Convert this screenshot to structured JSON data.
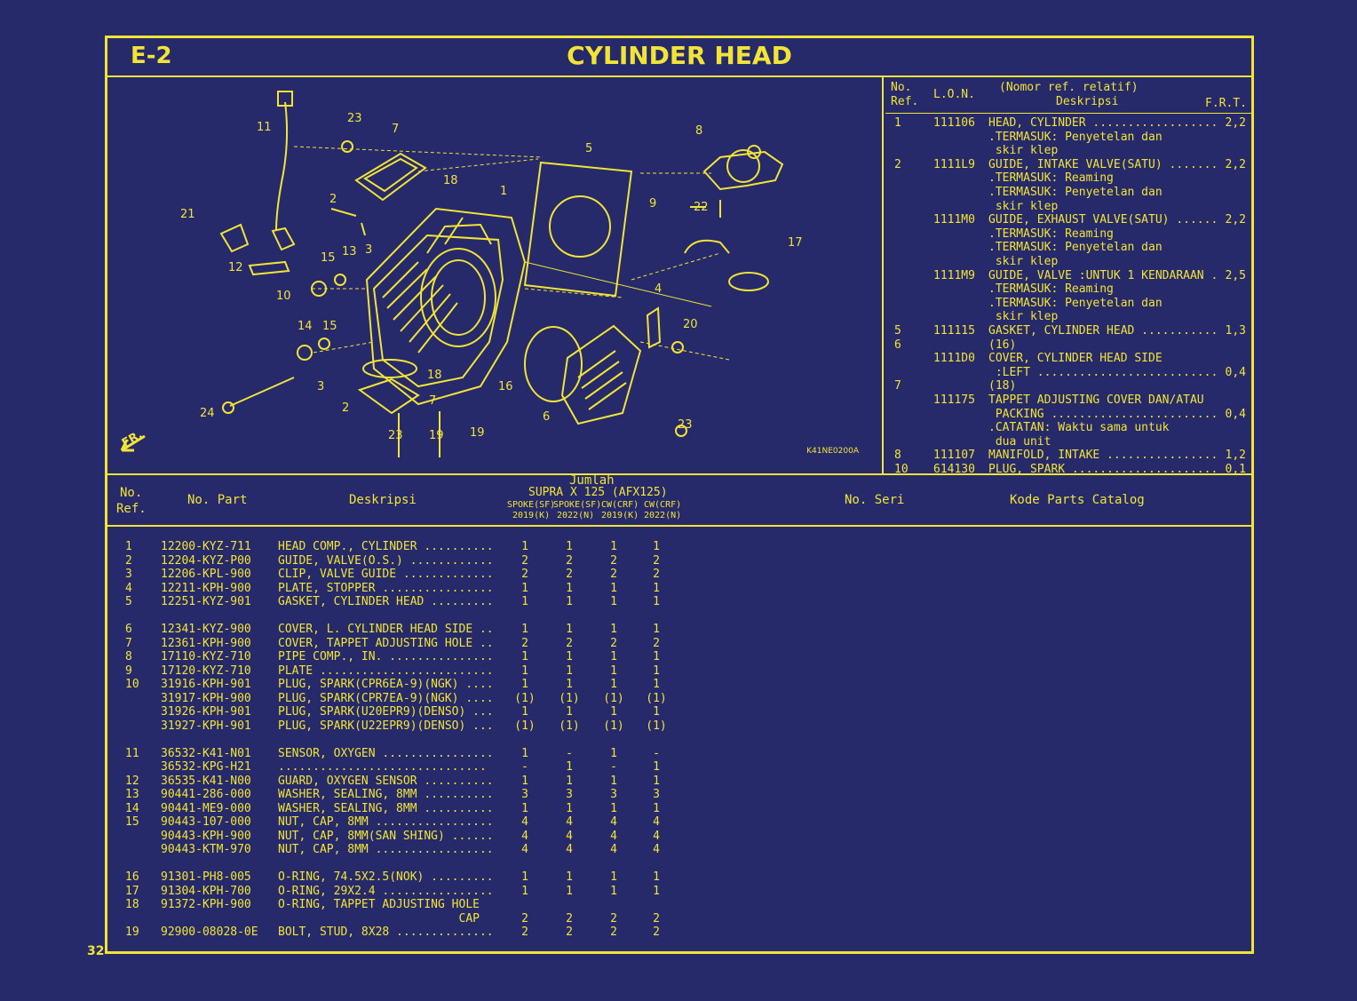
{
  "header": {
    "code": "E-2",
    "title": "CYLINDER HEAD"
  },
  "diagram": {
    "fr_label": "FR.",
    "code": "K41NE0200A",
    "callouts": [
      "11",
      "23",
      "7",
      "8",
      "5",
      "18",
      "2",
      "1",
      "21",
      "9",
      "22",
      "17",
      "13",
      "3",
      "12",
      "15",
      "10",
      "4",
      "15",
      "14",
      "20",
      "18",
      "16",
      "3",
      "7",
      "2",
      "6",
      "23",
      "24",
      "23",
      "19",
      "19"
    ]
  },
  "ref_table": {
    "headers": {
      "no_ref": [
        "No.",
        "Ref."
      ],
      "lon": "L.O.N.",
      "desc_top": "(Nomor ref. relatif)",
      "desc": "Deskripsi",
      "frt": "F.R.T."
    },
    "rows": [
      {
        "no": "1",
        "lon": "111106",
        "desc": "HEAD, CYLINDER ..................",
        "frt": "2,2"
      },
      {
        "no": "",
        "lon": "",
        "desc": ".TERMASUK: Penyetelan dan",
        "frt": ""
      },
      {
        "no": "",
        "lon": "",
        "desc": " skir klep",
        "frt": ""
      },
      {
        "no": "2",
        "lon": "1111L9",
        "desc": "GUIDE, INTAKE VALVE(SATU) .......",
        "frt": "2,2"
      },
      {
        "no": "",
        "lon": "",
        "desc": ".TERMASUK: Reaming",
        "frt": ""
      },
      {
        "no": "",
        "lon": "",
        "desc": ".TERMASUK: Penyetelan dan",
        "frt": ""
      },
      {
        "no": "",
        "lon": "",
        "desc": " skir klep",
        "frt": ""
      },
      {
        "no": "",
        "lon": "1111M0",
        "desc": "GUIDE, EXHAUST VALVE(SATU) ......",
        "frt": "2,2"
      },
      {
        "no": "",
        "lon": "",
        "desc": ".TERMASUK: Reaming",
        "frt": ""
      },
      {
        "no": "",
        "lon": "",
        "desc": ".TERMASUK: Penyetelan dan",
        "frt": ""
      },
      {
        "no": "",
        "lon": "",
        "desc": " skir klep",
        "frt": ""
      },
      {
        "no": "",
        "lon": "1111M9",
        "desc": "GUIDE, VALVE :UNTUK 1 KENDARAAN .",
        "frt": "2,5"
      },
      {
        "no": "",
        "lon": "",
        "desc": ".TERMASUK: Reaming",
        "frt": ""
      },
      {
        "no": "",
        "lon": "",
        "desc": ".TERMASUK: Penyetelan dan",
        "frt": ""
      },
      {
        "no": "",
        "lon": "",
        "desc": " skir klep",
        "frt": ""
      },
      {
        "no": "5",
        "lon": "111115",
        "desc": "GASKET, CYLINDER HEAD ...........",
        "frt": "1,3"
      },
      {
        "no": "6",
        "lon": "",
        "desc": "(16)",
        "frt": ""
      },
      {
        "no": "",
        "lon": "1111D0",
        "desc": "COVER, CYLINDER HEAD SIDE",
        "frt": ""
      },
      {
        "no": "",
        "lon": "",
        "desc": " :LEFT ..........................",
        "frt": "0,4"
      },
      {
        "no": "7",
        "lon": "",
        "desc": "(18)",
        "frt": ""
      },
      {
        "no": "",
        "lon": "111175",
        "desc": "TAPPET ADJUSTING COVER DAN/ATAU",
        "frt": ""
      },
      {
        "no": "",
        "lon": "",
        "desc": " PACKING ........................",
        "frt": "0,4"
      },
      {
        "no": "",
        "lon": "",
        "desc": ".CATATAN: Waktu sama untuk",
        "frt": ""
      },
      {
        "no": "",
        "lon": "",
        "desc": " dua unit",
        "frt": ""
      },
      {
        "no": "8",
        "lon": "111107",
        "desc": "MANIFOLD, INTAKE ................",
        "frt": "1,2"
      },
      {
        "no": "10",
        "lon": "614130",
        "desc": "PLUG, SPARK .....................",
        "frt": "0,1"
      }
    ]
  },
  "parts_table": {
    "headers": {
      "no_ref": [
        "No.",
        "Ref."
      ],
      "no_part": "No. Part",
      "desc": "Deskripsi",
      "qty_title": "Jumlah",
      "qty_model": "SUPRA X 125 (AFX125)",
      "qty_cols": [
        "SPOKE(SF)",
        "SPOKE(SF)",
        "CW(CRF)",
        "CW(CRF)"
      ],
      "qty_years": [
        "2019(K)",
        "2022(N)",
        "2019(K)",
        "2022(N)"
      ],
      "serial": "No. Seri",
      "catalog": "Kode Parts Catalog"
    },
    "rows": [
      {
        "ref": "1",
        "part": "12200-KYZ-711",
        "desc": "HEAD COMP., CYLINDER ..........",
        "q": [
          "1",
          "1",
          "1",
          "1"
        ]
      },
      {
        "ref": "2",
        "part": "12204-KYZ-P00",
        "desc": "GUIDE, VALVE(O.S.) ............",
        "q": [
          "2",
          "2",
          "2",
          "2"
        ]
      },
      {
        "ref": "3",
        "part": "12206-KPL-900",
        "desc": "CLIP, VALVE GUIDE .............",
        "q": [
          "2",
          "2",
          "2",
          "2"
        ]
      },
      {
        "ref": "4",
        "part": "12211-KPH-900",
        "desc": "PLATE, STOPPER ................",
        "q": [
          "1",
          "1",
          "1",
          "1"
        ]
      },
      {
        "ref": "5",
        "part": "12251-KYZ-901",
        "desc": "GASKET, CYLINDER HEAD .........",
        "q": [
          "1",
          "1",
          "1",
          "1"
        ]
      },
      {
        "ref": "",
        "part": "",
        "desc": "",
        "q": [
          "",
          "",
          "",
          ""
        ]
      },
      {
        "ref": "6",
        "part": "12341-KYZ-900",
        "desc": "COVER, L. CYLINDER HEAD SIDE ..",
        "q": [
          "1",
          "1",
          "1",
          "1"
        ]
      },
      {
        "ref": "7",
        "part": "12361-KPH-900",
        "desc": "COVER, TAPPET ADJUSTING HOLE ..",
        "q": [
          "2",
          "2",
          "2",
          "2"
        ]
      },
      {
        "ref": "8",
        "part": "17110-KYZ-710",
        "desc": "PIPE COMP., IN. ...............",
        "q": [
          "1",
          "1",
          "1",
          "1"
        ]
      },
      {
        "ref": "9",
        "part": "17120-KYZ-710",
        "desc": "PLATE .........................",
        "q": [
          "1",
          "1",
          "1",
          "1"
        ]
      },
      {
        "ref": "10",
        "part": "31916-KPH-901",
        "desc": "PLUG, SPARK(CPR6EA-9)(NGK) ....",
        "q": [
          "1",
          "1",
          "1",
          "1"
        ]
      },
      {
        "ref": "",
        "part": "31917-KPH-900",
        "desc": "PLUG, SPARK(CPR7EA-9)(NGK) ....",
        "q": [
          "(1)",
          "(1)",
          "(1)",
          "(1)"
        ]
      },
      {
        "ref": "",
        "part": "31926-KPH-901",
        "desc": "PLUG, SPARK(U20EPR9)(DENSO) ...",
        "q": [
          "1",
          "1",
          "1",
          "1"
        ]
      },
      {
        "ref": "",
        "part": "31927-KPH-901",
        "desc": "PLUG, SPARK(U22EPR9)(DENSO) ...",
        "q": [
          "(1)",
          "(1)",
          "(1)",
          "(1)"
        ]
      },
      {
        "ref": "",
        "part": "",
        "desc": "",
        "q": [
          "",
          "",
          "",
          ""
        ]
      },
      {
        "ref": "11",
        "part": "36532-K41-N01",
        "desc": "SENSOR, OXYGEN ................",
        "q": [
          "1",
          "-",
          "1",
          "-"
        ]
      },
      {
        "ref": "",
        "part": "36532-KPG-H21",
        "desc": "..............................",
        "q": [
          "-",
          "1",
          "-",
          "1"
        ]
      },
      {
        "ref": "12",
        "part": "36535-K41-N00",
        "desc": "GUARD, OXYGEN SENSOR ..........",
        "q": [
          "1",
          "1",
          "1",
          "1"
        ]
      },
      {
        "ref": "13",
        "part": "90441-286-000",
        "desc": "WASHER, SEALING, 8MM ..........",
        "q": [
          "3",
          "3",
          "3",
          "3"
        ]
      },
      {
        "ref": "14",
        "part": "90441-ME9-000",
        "desc": "WASHER, SEALING, 8MM ..........",
        "q": [
          "1",
          "1",
          "1",
          "1"
        ]
      },
      {
        "ref": "15",
        "part": "90443-107-000",
        "desc": "NUT, CAP, 8MM .................",
        "q": [
          "4",
          "4",
          "4",
          "4"
        ]
      },
      {
        "ref": "",
        "part": "90443-KPH-900",
        "desc": "NUT, CAP, 8MM(SAN SHING) ......",
        "q": [
          "4",
          "4",
          "4",
          "4"
        ]
      },
      {
        "ref": "",
        "part": "90443-KTM-970",
        "desc": "NUT, CAP, 8MM .................",
        "q": [
          "4",
          "4",
          "4",
          "4"
        ]
      },
      {
        "ref": "",
        "part": "",
        "desc": "",
        "q": [
          "",
          "",
          "",
          ""
        ]
      },
      {
        "ref": "16",
        "part": "91301-PH8-005",
        "desc": "O-RING, 74.5X2.5(NOK) .........",
        "q": [
          "1",
          "1",
          "1",
          "1"
        ]
      },
      {
        "ref": "17",
        "part": "91304-KPH-700",
        "desc": "O-RING, 29X2.4 ................",
        "q": [
          "1",
          "1",
          "1",
          "1"
        ]
      },
      {
        "ref": "18",
        "part": "91372-KPH-900",
        "desc": "O-RING, TAPPET ADJUSTING HOLE",
        "q": [
          "",
          "",
          "",
          ""
        ]
      },
      {
        "ref": "",
        "part": "",
        "desc": "                          CAP",
        "q": [
          "2",
          "2",
          "2",
          "2"
        ]
      },
      {
        "ref": "19",
        "part": "92900-08028-0E",
        "desc": "BOLT, STUD, 8X28 ..............",
        "q": [
          "2",
          "2",
          "2",
          "2"
        ]
      }
    ]
  },
  "page_number": "32",
  "colors": {
    "background": "#262a6b",
    "ink": "#f2e436"
  }
}
